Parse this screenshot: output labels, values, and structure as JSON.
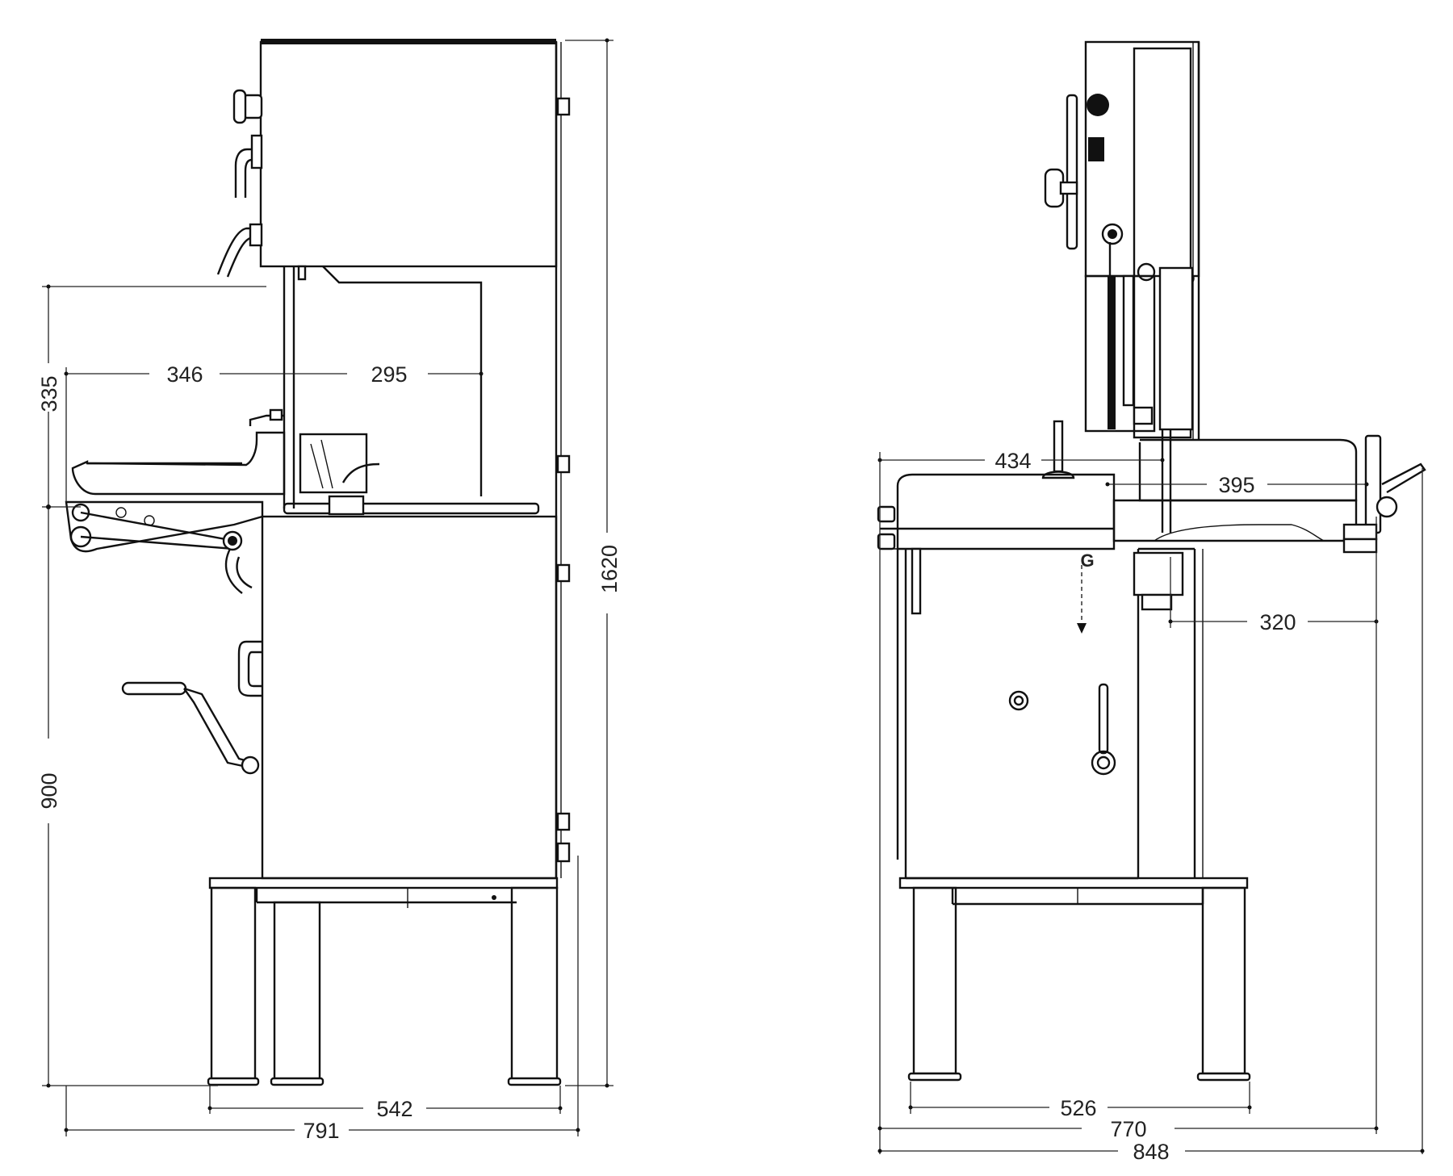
{
  "views": {
    "side": {
      "dimensions": {
        "total_height": "1620",
        "table_height": "900",
        "throat_height": "335",
        "table_depth_left": "346",
        "table_depth_right": "295",
        "base_depth": "542",
        "overall_depth": "791"
      }
    },
    "front": {
      "dimensions": {
        "table_left": "434",
        "table_right": "395",
        "offset": "320",
        "base_width": "526",
        "width_770": "770",
        "overall_width": "848"
      },
      "center_of_gravity_mark": "G"
    }
  }
}
